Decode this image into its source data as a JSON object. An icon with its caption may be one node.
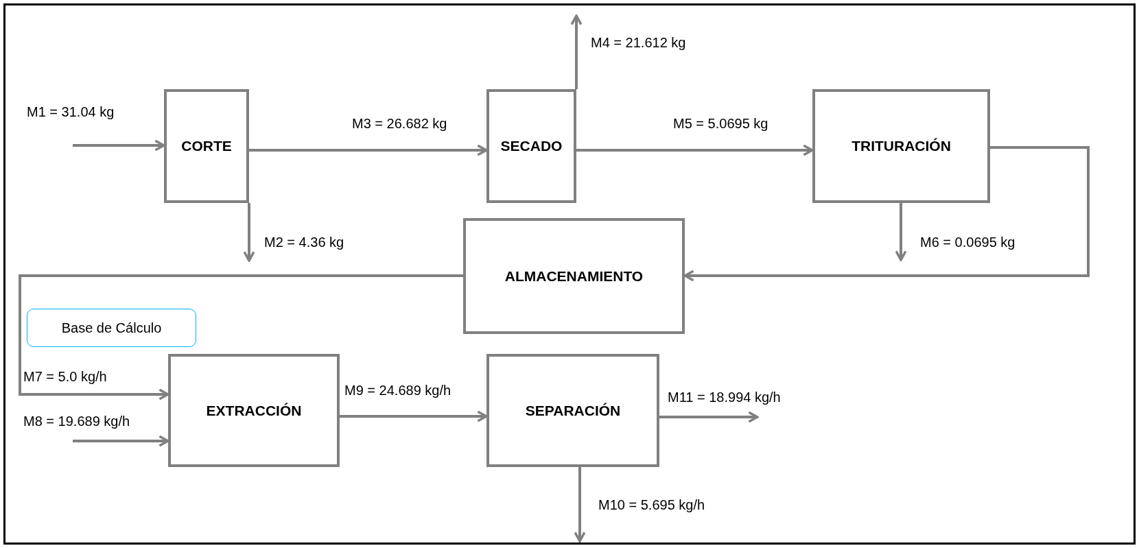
{
  "diagram": {
    "nodes": [
      {
        "text": [
          "CORTE"
        ]
      },
      {
        "text": [
          "SECADO"
        ]
      },
      {
        "text": [
          "TRITURACIÓN"
        ]
      },
      {
        "text": [
          "ALMACENAMIENTO"
        ]
      },
      {
        "text": [
          "Base de Cálculo"
        ]
      },
      {
        "text": [
          "EXTRACCIÓN"
        ]
      },
      {
        "text": [
          "SEPARACIÓN"
        ]
      }
    ],
    "edges": [
      {
        "from": null,
        "to": 0,
        "arrow": "to",
        "label": "M1 = 31.04 kg"
      },
      {
        "from": 0,
        "to": 1,
        "arrow": "to",
        "label": "M3 = 26.682 kg"
      },
      {
        "from": 0,
        "to": null,
        "arrow": "to",
        "label": "M2 = 4.36 kg"
      },
      {
        "from": 1,
        "to": null,
        "arrow": "to",
        "label": "M4 = 21.612 kg"
      },
      {
        "from": 1,
        "to": 2,
        "arrow": "to",
        "label": "M5 = 5.0695 kg"
      },
      {
        "from": 2,
        "to": null,
        "arrow": "to",
        "label": "M6 = 0.0695 kg"
      },
      {
        "from": 2,
        "to": 3,
        "arrow": "to"
      },
      {
        "from": 3,
        "to": 5,
        "arrow": "to",
        "label": "M7 = 5.0 kg/h"
      },
      {
        "from": null,
        "to": 5,
        "arrow": "to",
        "label": "M8 = 19.689 kg/h"
      },
      {
        "from": 5,
        "to": 6,
        "arrow": "to",
        "label": "M9 = 24.689 kg/h"
      },
      {
        "from": 6,
        "to": null,
        "arrow": "to",
        "label": "M11 = 18.994 kg/h"
      },
      {
        "from": 6,
        "to": null,
        "arrow": "to",
        "label": "M10 = 5.695 kg/h"
      }
    ]
  }
}
